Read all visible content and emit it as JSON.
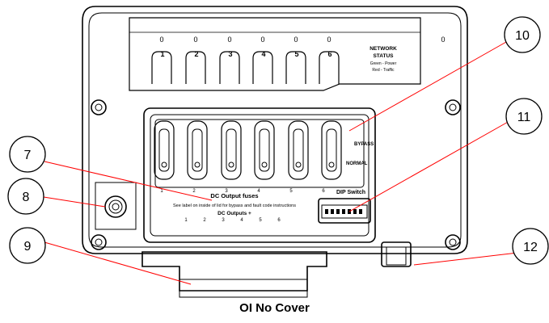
{
  "caption": "OI No Cover",
  "callouts": [
    {
      "num": "7"
    },
    {
      "num": "8"
    },
    {
      "num": "9"
    },
    {
      "num": "10"
    },
    {
      "num": "11"
    },
    {
      "num": "12"
    }
  ],
  "top_leds": [
    "0",
    "0",
    "0",
    "0",
    "0",
    "0",
    "0"
  ],
  "top_slot_numbers": [
    "1",
    "2",
    "3",
    "4",
    "5",
    "6"
  ],
  "network_status": {
    "line1": "NETWORK",
    "line2": "STATUS",
    "line3": "Green - Power",
    "line4": "Red - Traffic"
  },
  "bypass_labels": {
    "bypass": "BYPASS",
    "normal": "NORMAL"
  },
  "fuse_positions": [
    "1",
    "2",
    "3",
    "4",
    "5",
    "6"
  ],
  "dip_switch_label": "DIP Switch",
  "dc_fuses_title": "DC Output fuses",
  "dc_fuses_note": "See label on inside of lid for bypass and fault code instructions",
  "dc_outputs_label": "DC Outputs +",
  "output_numbers": [
    "1",
    "2",
    "3",
    "4",
    "5",
    "6"
  ],
  "colors": {
    "line": "#000000",
    "callout_line": "#ff0000"
  }
}
